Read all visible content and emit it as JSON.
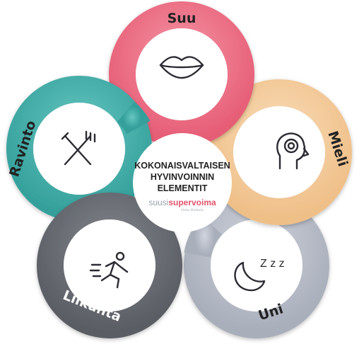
{
  "center": {
    "title_lines": [
      "KOKONAISVALTAISEN",
      "HYVINVOINNIN",
      "ELEMENTIT"
    ],
    "brand_part1": "suusi",
    "brand_part2": "supervoima",
    "brand_tagline": "Oma Hoitola"
  },
  "elements": [
    {
      "label": "Suu",
      "color": "#f07b8e",
      "icon": "lips-icon"
    },
    {
      "label": "Mieli",
      "color": "#f5cfa3",
      "icon": "head-brain-icon"
    },
    {
      "label": "Uni",
      "color": "#bcc1cd",
      "icon": "moon-zzz-icon"
    },
    {
      "label": "Liikunta",
      "color": "#6e7178",
      "icon": "running-person-icon"
    },
    {
      "label": "Ravinto",
      "color": "#4ab6b1",
      "icon": "fork-knife-icon"
    }
  ],
  "icon_text": {
    "zzz": "Z z z"
  }
}
